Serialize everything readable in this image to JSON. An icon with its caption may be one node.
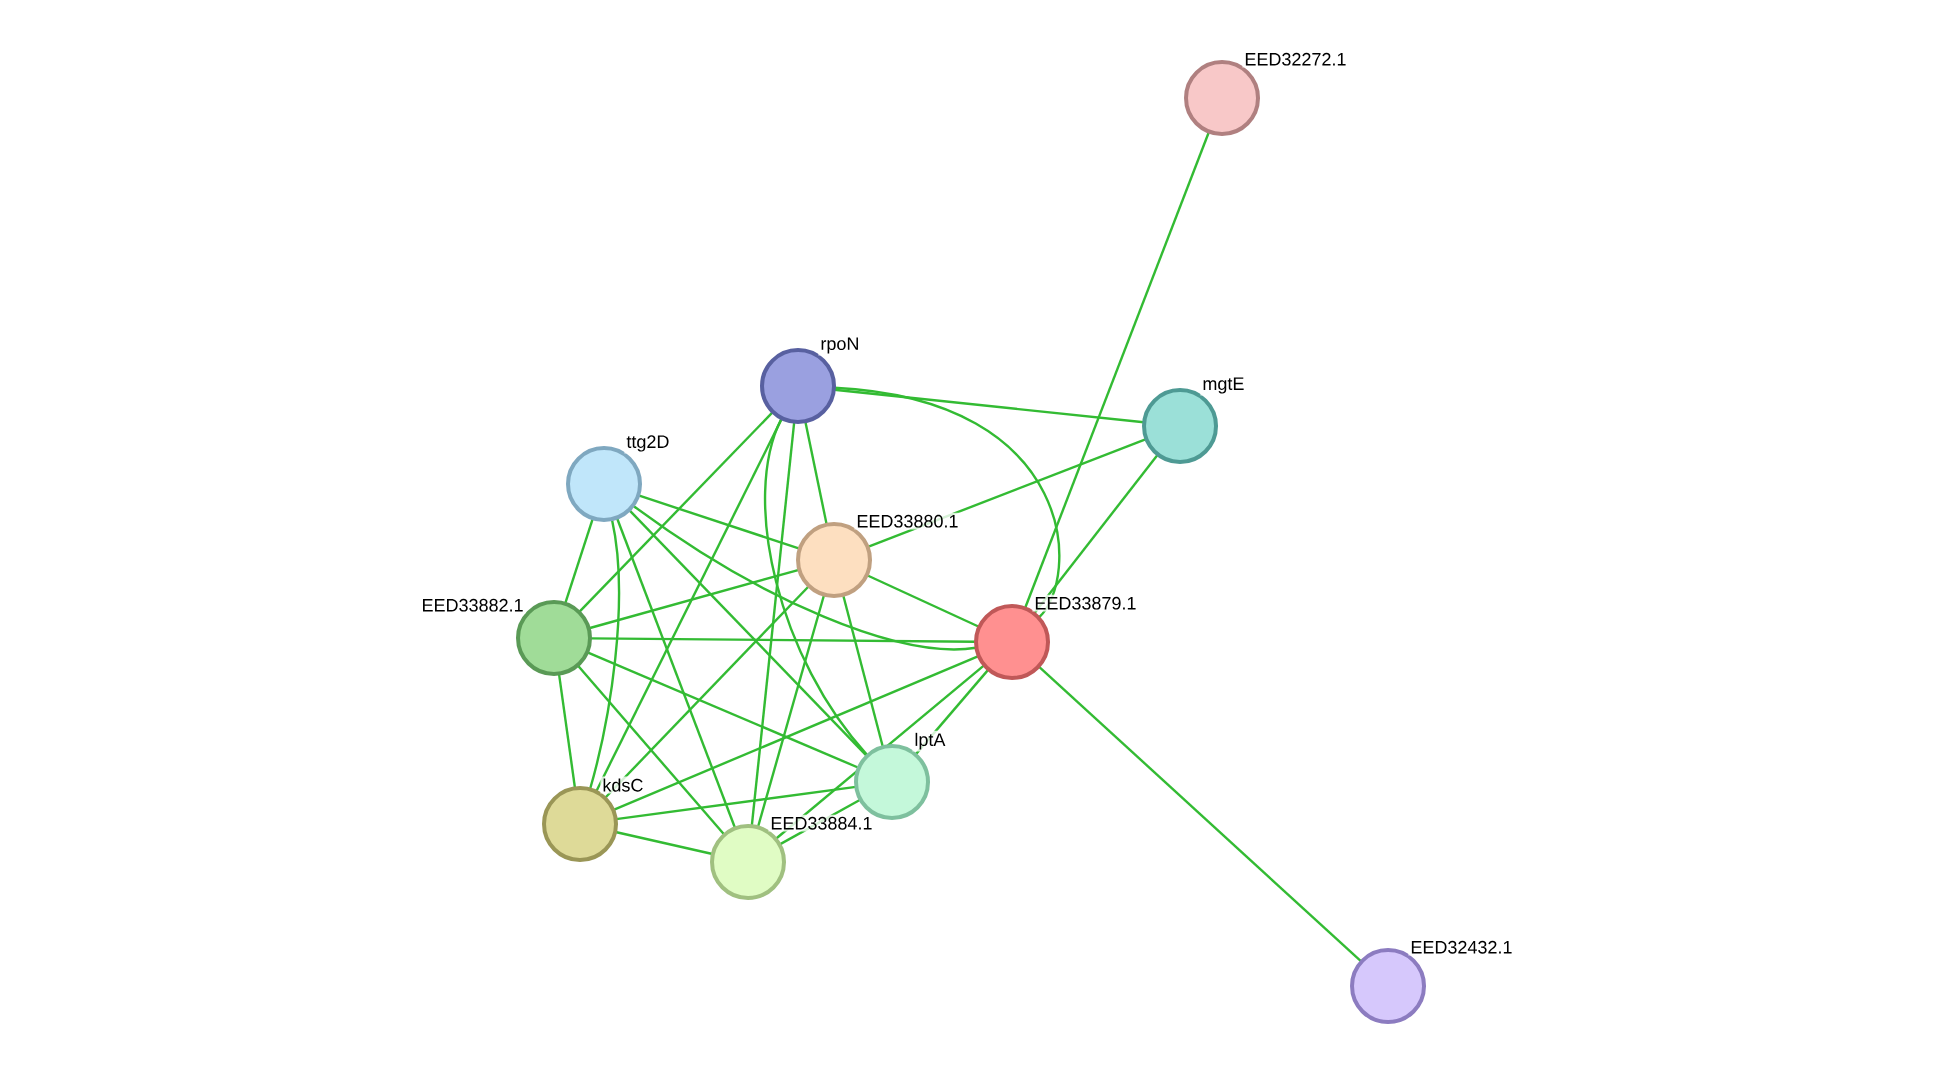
{
  "diagram": {
    "nodes": [
      {
        "text": [
          "EED32272.1"
        ]
      },
      {
        "text": [
          "rpoN"
        ]
      },
      {
        "text": [
          "mgtE"
        ]
      },
      {
        "text": [
          "ttg2D"
        ]
      },
      {
        "text": [
          "EED33880.1"
        ]
      },
      {
        "text": [
          "EED33882.1"
        ]
      },
      {
        "text": [
          "EED33879.1"
        ]
      },
      {
        "text": [
          "kdsC"
        ]
      },
      {
        "text": [
          "EED33884.1"
        ]
      },
      {
        "text": [
          "lptA"
        ]
      },
      {
        "text": [
          "EED32432.1"
        ]
      }
    ],
    "edges": [
      {
        "from": 1,
        "to": 2,
        "arrow": "none"
      },
      {
        "from": 1,
        "to": 4,
        "arrow": "none"
      },
      {
        "from": 1,
        "to": 6,
        "arrow": "none"
      },
      {
        "from": 1,
        "to": 5,
        "arrow": "none"
      },
      {
        "from": 1,
        "to": 7,
        "arrow": "none"
      },
      {
        "from": 1,
        "to": 8,
        "arrow": "none"
      },
      {
        "from": 1,
        "to": 9,
        "arrow": "none"
      },
      {
        "from": 2,
        "to": 6,
        "arrow": "none"
      },
      {
        "from": 2,
        "to": 4,
        "arrow": "none"
      },
      {
        "from": 0,
        "to": 6,
        "arrow": "none"
      },
      {
        "from": 6,
        "to": 10,
        "arrow": "none"
      },
      {
        "from": 3,
        "to": 4,
        "arrow": "none"
      },
      {
        "from": 3,
        "to": 6,
        "arrow": "none"
      },
      {
        "from": 3,
        "to": 5,
        "arrow": "none"
      },
      {
        "from": 3,
        "to": 7,
        "arrow": "none"
      },
      {
        "from": 3,
        "to": 8,
        "arrow": "none"
      },
      {
        "from": 3,
        "to": 9,
        "arrow": "none"
      },
      {
        "from": 4,
        "to": 5,
        "arrow": "none"
      },
      {
        "from": 4,
        "to": 6,
        "arrow": "none"
      },
      {
        "from": 4,
        "to": 7,
        "arrow": "none"
      },
      {
        "from": 4,
        "to": 8,
        "arrow": "none"
      },
      {
        "from": 4,
        "to": 9,
        "arrow": "none"
      },
      {
        "from": 5,
        "to": 6,
        "arrow": "none"
      },
      {
        "from": 5,
        "to": 7,
        "arrow": "none"
      },
      {
        "from": 5,
        "to": 8,
        "arrow": "none"
      },
      {
        "from": 5,
        "to": 9,
        "arrow": "none"
      },
      {
        "from": 6,
        "to": 7,
        "arrow": "none"
      },
      {
        "from": 6,
        "to": 8,
        "arrow": "none"
      },
      {
        "from": 6,
        "to": 9,
        "arrow": "none"
      },
      {
        "from": 7,
        "to": 8,
        "arrow": "none"
      },
      {
        "from": 7,
        "to": 9,
        "arrow": "none"
      },
      {
        "from": 8,
        "to": 9,
        "arrow": "none"
      }
    ]
  }
}
